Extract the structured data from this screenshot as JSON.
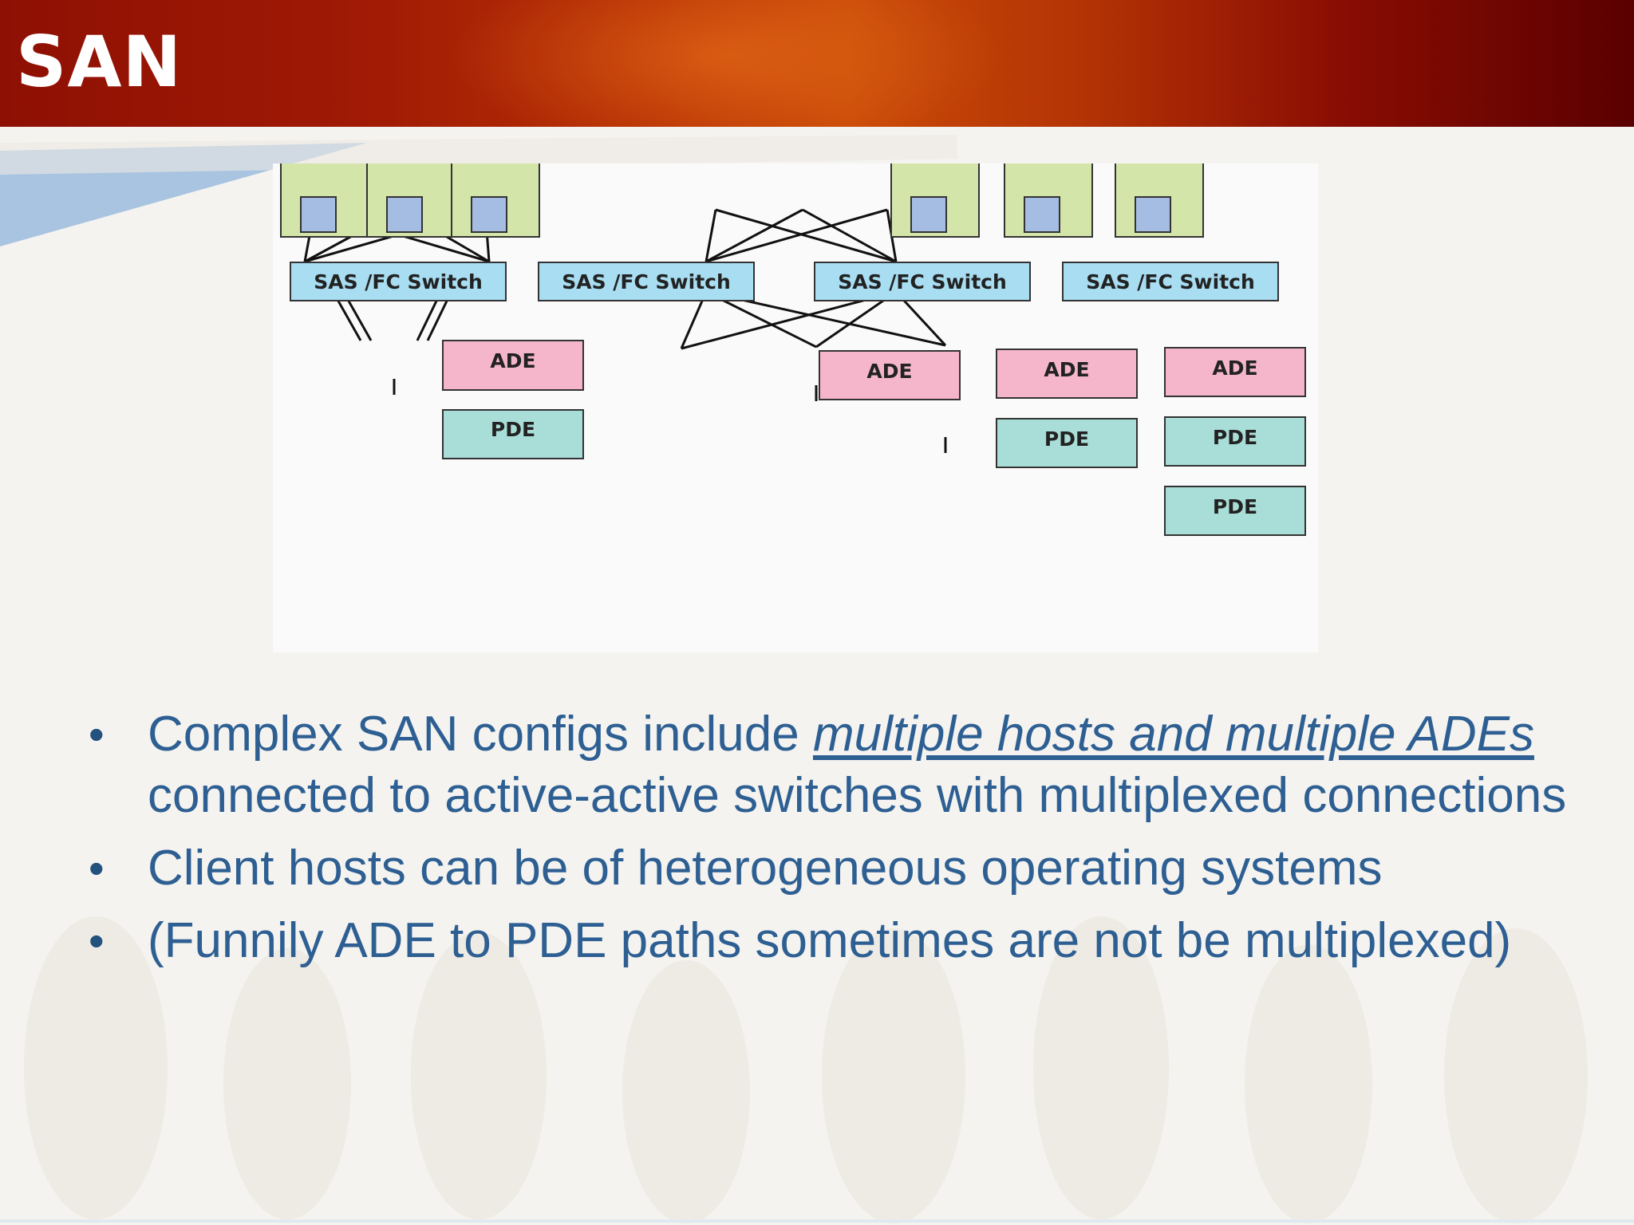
{
  "title": "SAN",
  "diagram": {
    "switch_label": "SAS /FC Switch",
    "ade_label": "ADE",
    "pde_label": "PDE",
    "colors": {
      "host_fill": "#d3e5a8",
      "port_fill": "#a6bde3",
      "switch_fill": "#a8ddf2",
      "ade_fill": "#f5b6cc",
      "pde_fill": "#a9ded8"
    }
  },
  "bullets": [
    {
      "prefix": "Complex SAN configs include ",
      "emphasis": "multiple hosts and multiple ADEs ",
      "suffix": "connected to active-active switches with multiplexed connections"
    },
    {
      "text": "Client hosts can be of heterogeneous operating systems"
    },
    {
      "text": "(Funnily ADE to PDE paths sometimes are not be multiplexed)"
    }
  ]
}
